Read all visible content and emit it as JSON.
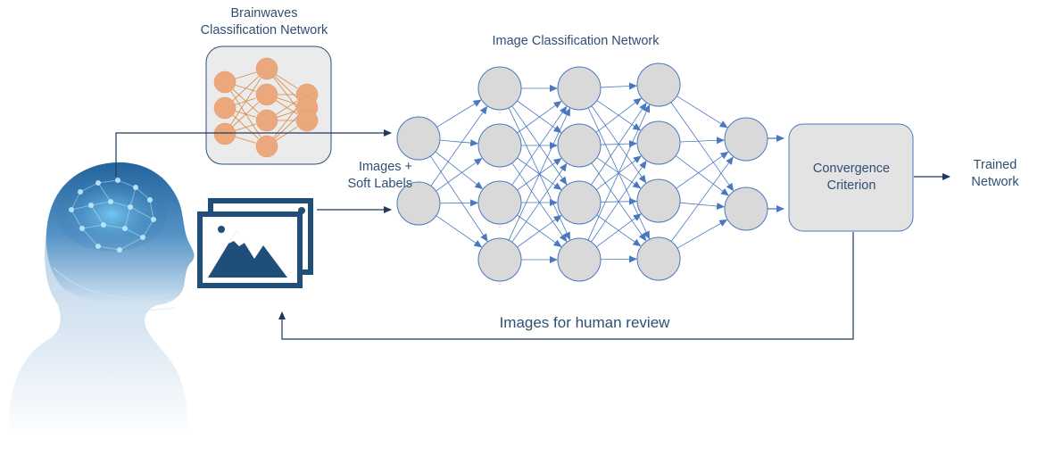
{
  "diagram": {
    "brainwaves_title_line1": "Brainwaves",
    "brainwaves_title_line2": "Classification Network",
    "image_network_title": "Image Classification Network",
    "input_label_line1": "Images +",
    "input_label_line2": "Soft Labels",
    "convergence_line1": "Convergence",
    "convergence_line2": "Criterion",
    "output_line1": "Trained",
    "output_line2": "Network",
    "feedback_label": "Images for human review"
  },
  "network": {
    "layer_sizes": [
      2,
      4,
      4,
      4,
      2
    ],
    "small_net_layer_sizes": [
      3,
      4,
      3
    ]
  },
  "colors": {
    "text": "#2f4f73",
    "arrow": "#1f3a5f",
    "edge": "#4a78c0",
    "node_fill": "#d9d9d9",
    "node_stroke": "#4a78c0",
    "orange_node": "#eba87c",
    "orange_edge": "#d9873c",
    "image_icon": "#1f4e79"
  },
  "icons": [
    "human-head-brain-illustration",
    "image-stack-icon",
    "neural-network-icon"
  ]
}
